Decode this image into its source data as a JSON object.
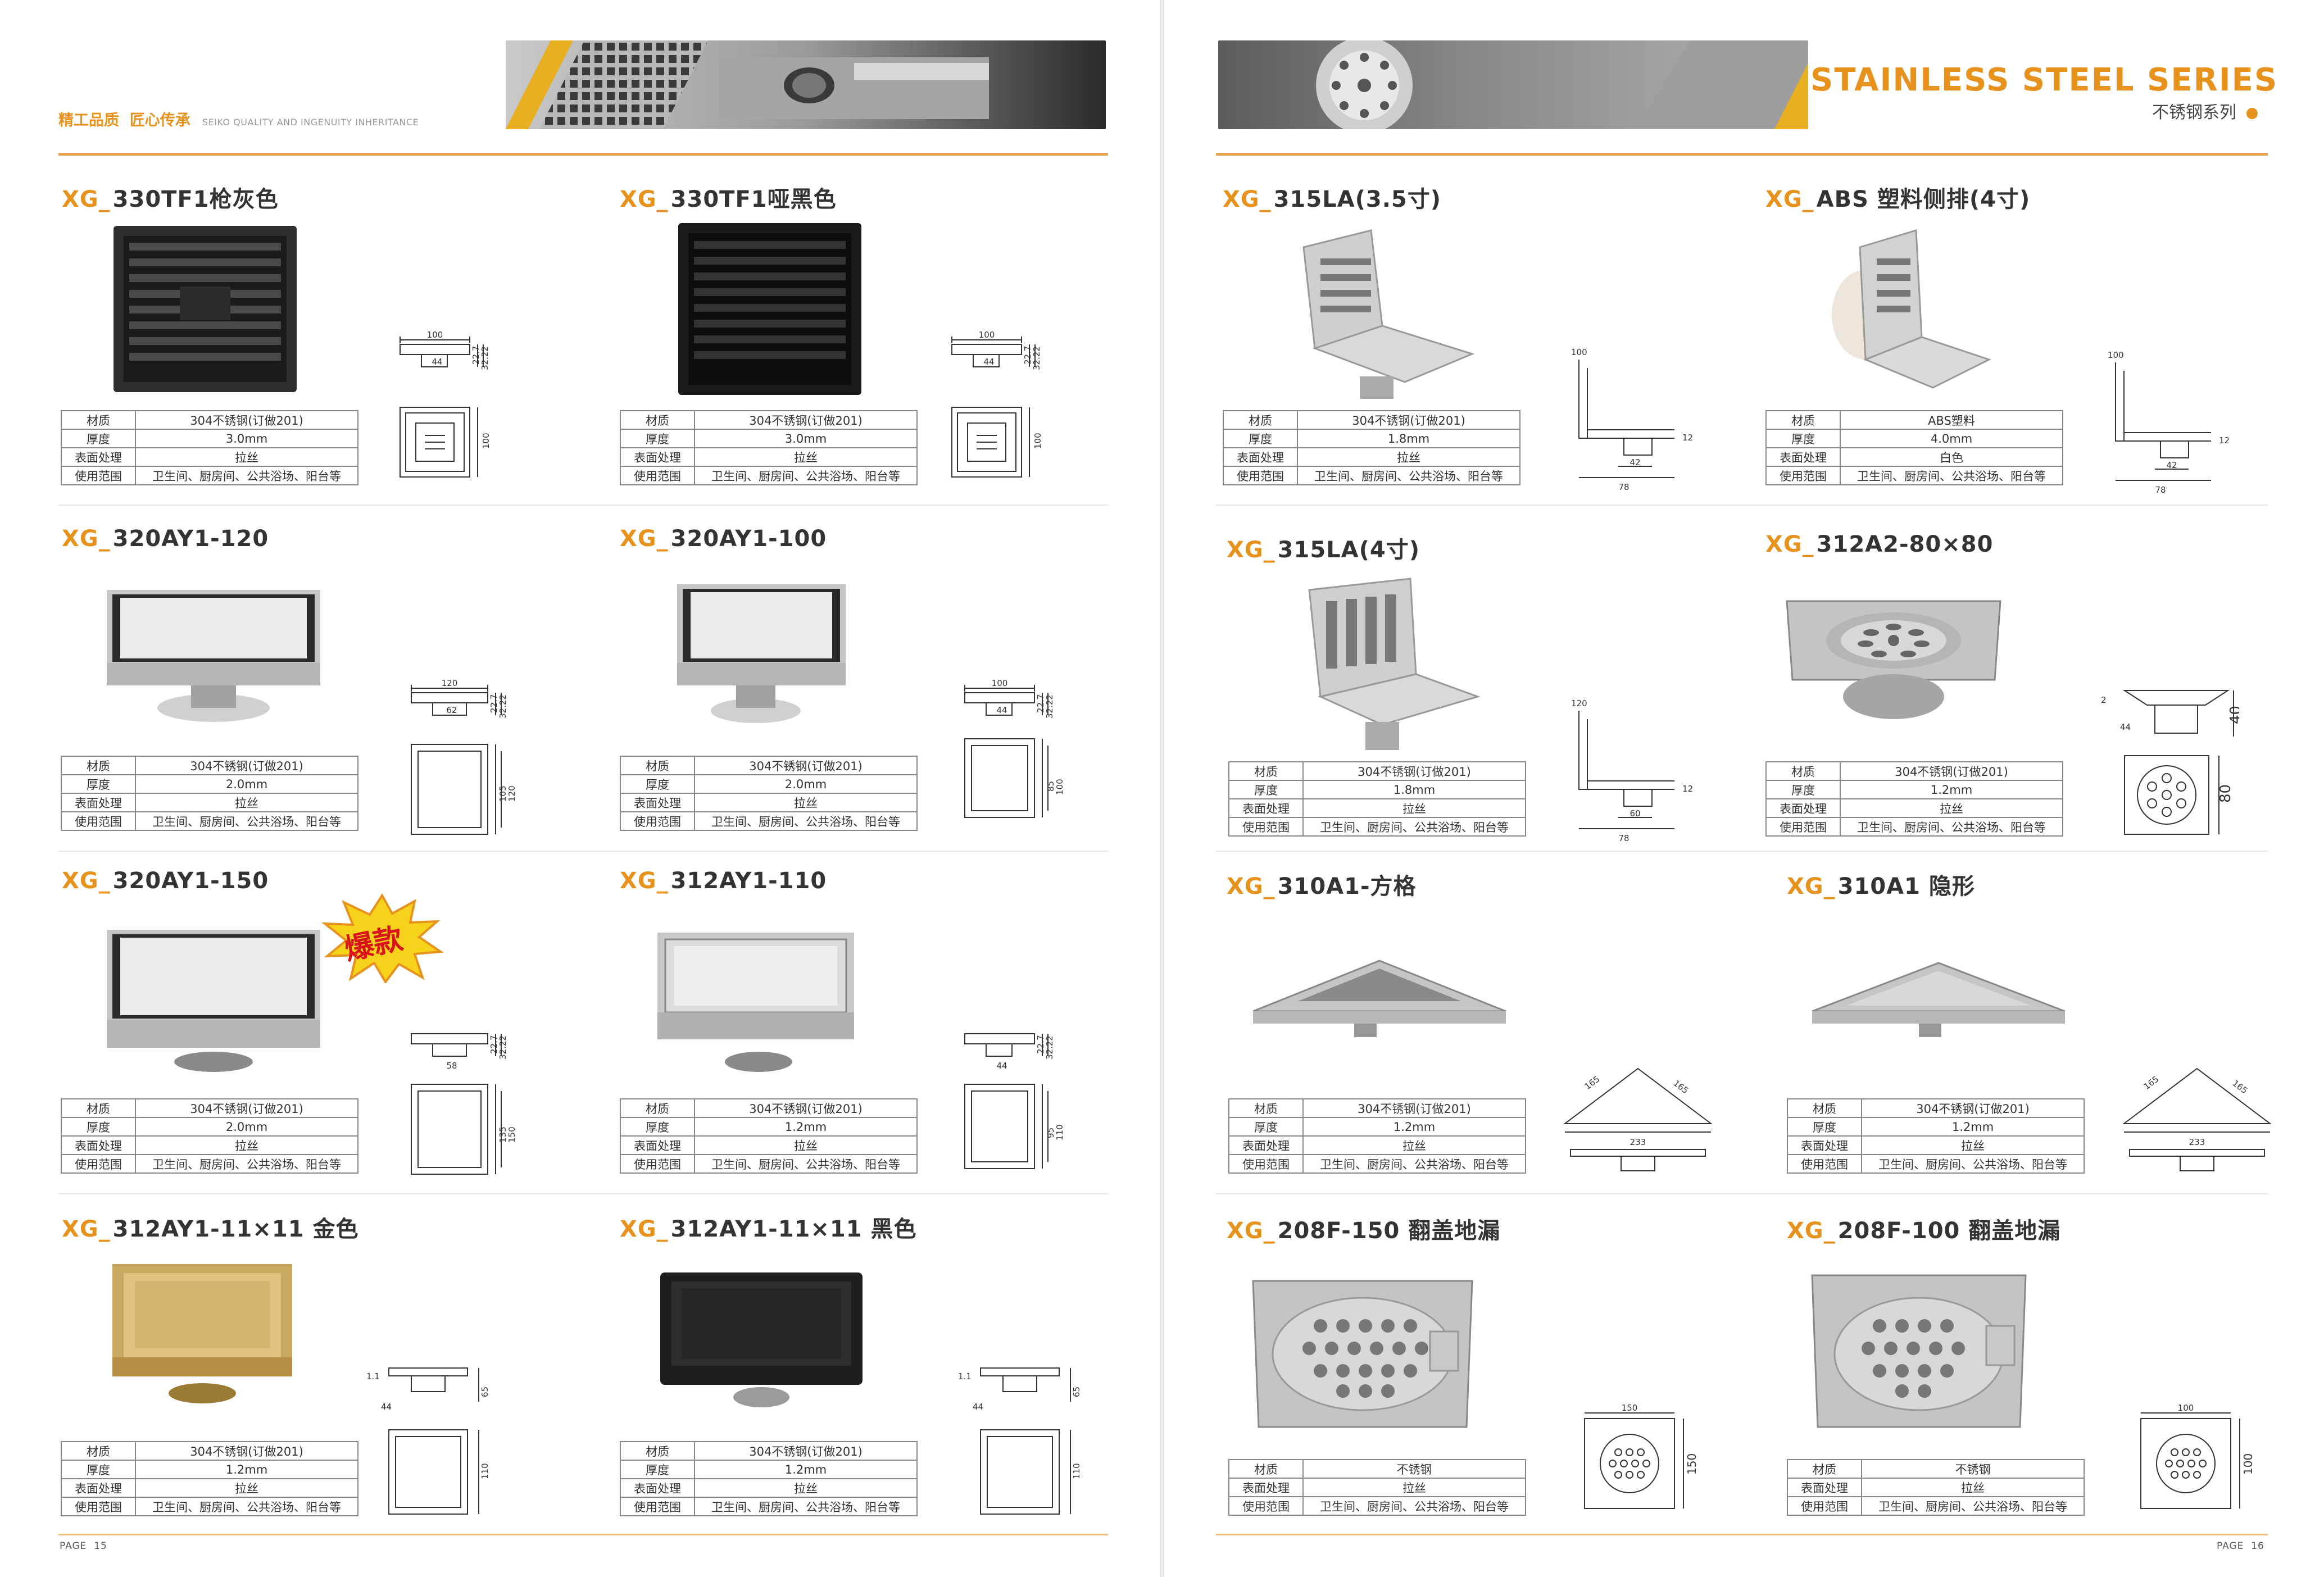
{
  "left": {
    "slogan_cn": "精工品质  匠心传承",
    "slogan_en": "SEIKO QUALITY AND INGENUITY INHERITANCE",
    "page": "PAGE  15"
  },
  "right": {
    "series_en": "STAINLESS STEEL SERIES",
    "series_cn": "不锈钢系列",
    "page": "PAGE  16"
  },
  "spec_keys": {
    "material": "材质",
    "thickness": "厚度",
    "surface": "表面处理",
    "scope": "使用范围"
  },
  "common": {
    "ss304": "304不锈钢(订做201)",
    "brushed": "拉丝",
    "scope": "卫生间、厨房间、公共浴场、阳台等"
  },
  "badge": "爆款",
  "colors": {
    "accent": "#e8921e",
    "rule": "#e8a24a"
  },
  "products": [
    {
      "prefix": "XG_",
      "model": "330TF1枪灰色",
      "material": "304不锈钢(订做201)",
      "thickness": "3.0mm",
      "surface": "拉丝",
      "scope": "卫生间、厨房间、公共浴场、阳台等",
      "dims": {
        "w": "100",
        "h1": "22.7",
        "h2": "32.22",
        "d": "44",
        "side": "100"
      }
    },
    {
      "prefix": "XG_",
      "model": "330TF1哑黑色",
      "material": "304不锈钢(订做201)",
      "thickness": "3.0mm",
      "surface": "拉丝",
      "scope": "卫生间、厨房间、公共浴场、阳台等",
      "dims": {
        "w": "100",
        "h1": "22.7",
        "h2": "32.22",
        "d": "44",
        "side": "100"
      }
    },
    {
      "prefix": "XG_",
      "model": "320AY1-120",
      "material": "304不锈钢(订做201)",
      "thickness": "2.0mm",
      "surface": "拉丝",
      "scope": "卫生间、厨房间、公共浴场、阳台等",
      "dims": {
        "w": "120",
        "h1": "22.7",
        "h2": "32.22",
        "d": "62",
        "side": "120",
        "inner": "105"
      }
    },
    {
      "prefix": "XG_",
      "model": "320AY1-100",
      "material": "304不锈钢(订做201)",
      "thickness": "2.0mm",
      "surface": "拉丝",
      "scope": "卫生间、厨房间、公共浴场、阳台等",
      "dims": {
        "w": "100",
        "h1": "22.7",
        "h2": "32.22",
        "d": "44",
        "side": "100",
        "inner": "85"
      }
    },
    {
      "prefix": "XG_",
      "model": "320AY1-150",
      "material": "304不锈钢(订做201)",
      "thickness": "2.0mm",
      "surface": "拉丝",
      "scope": "卫生间、厨房间、公共浴场、阳台等",
      "dims": {
        "h1": "22.7",
        "h2": "32.22",
        "d": "58",
        "side": "150",
        "inner": "135"
      }
    },
    {
      "prefix": "XG_",
      "model": "312AY1-110",
      "material": "304不锈钢(订做201)",
      "thickness": "1.2mm",
      "surface": "拉丝",
      "scope": "卫生间、厨房间、公共浴场、阳台等",
      "dims": {
        "h1": "22.7",
        "h2": "32.22",
        "d": "44",
        "side": "110",
        "inner": "95"
      }
    },
    {
      "prefix": "XG_",
      "model": "312AY1-11×11 金色",
      "material": "304不锈钢(订做201)",
      "thickness": "1.2mm",
      "surface": "拉丝",
      "scope": "卫生间、厨房间、公共浴场、阳台等",
      "dims": {
        "t": "1.1",
        "h": "65",
        "d": "44",
        "side": "110"
      }
    },
    {
      "prefix": "XG_",
      "model": "312AY1-11×11 黑色",
      "material": "304不锈钢(订做201)",
      "thickness": "1.2mm",
      "surface": "拉丝",
      "scope": "卫生间、厨房间、公共浴场、阳台等",
      "dims": {
        "t": "1.1",
        "h": "65",
        "d": "44",
        "side": "110"
      }
    },
    {
      "prefix": "XG_",
      "model": "315LA(3.5寸)",
      "material": "304不锈钢(订做201)",
      "thickness": "1.8mm",
      "surface": "拉丝",
      "scope": "卫生间、厨房间、公共浴场、阳台等",
      "dims": {
        "h": "100",
        "a": "42",
        "b": "78",
        "c": "12"
      }
    },
    {
      "prefix": "XG_",
      "model": "ABS 塑料侧排(4寸)",
      "material": "ABS塑料",
      "thickness": "4.0mm",
      "surface": "白色",
      "scope": "卫生间、厨房间、公共浴场、阳台等",
      "dims": {
        "h": "100",
        "a": "42",
        "b": "78",
        "c": "12"
      }
    },
    {
      "prefix": "XG_",
      "model": "315LA(4寸)",
      "material": "304不锈钢(订做201)",
      "thickness": "1.8mm",
      "surface": "拉丝",
      "scope": "卫生间、厨房间、公共浴场、阳台等",
      "dims": {
        "h": "120",
        "a": "60",
        "b": "78",
        "c": "12"
      }
    },
    {
      "prefix": "XG_",
      "model": "312A2-80×80",
      "material": "304不锈钢(订做201)",
      "thickness": "1.2mm",
      "surface": "拉丝",
      "scope": "卫生间、厨房间、公共浴场、阳台等",
      "dims": {
        "t": "2",
        "h": "40",
        "d": "44",
        "side": "80"
      }
    },
    {
      "prefix": "XG_",
      "model": "310A1-方格",
      "material": "304不锈钢(订做201)",
      "thickness": "1.2mm",
      "surface": "拉丝",
      "scope": "卫生间、厨房间、公共浴场、阳台等",
      "dims": {
        "a": "165",
        "b": "165",
        "base": "233"
      }
    },
    {
      "prefix": "XG_",
      "model": "310A1 隐形",
      "material": "304不锈钢(订做201)",
      "thickness": "1.2mm",
      "surface": "拉丝",
      "scope": "卫生间、厨房间、公共浴场、阳台等",
      "dims": {
        "a": "165",
        "b": "165",
        "base": "233"
      }
    },
    {
      "prefix": "XG_",
      "model": "208F-150 翻盖地漏",
      "material": "不锈钢",
      "surface": "拉丝",
      "scope": "卫生间、厨房间、公共浴场、阳台等",
      "dims": {
        "w": "150",
        "h": "150"
      }
    },
    {
      "prefix": "XG_",
      "model": "208F-100 翻盖地漏",
      "material": "不锈钢",
      "surface": "拉丝",
      "scope": "卫生间、厨房间、公共浴场、阳台等",
      "dims": {
        "w": "100",
        "h": "100"
      }
    }
  ]
}
